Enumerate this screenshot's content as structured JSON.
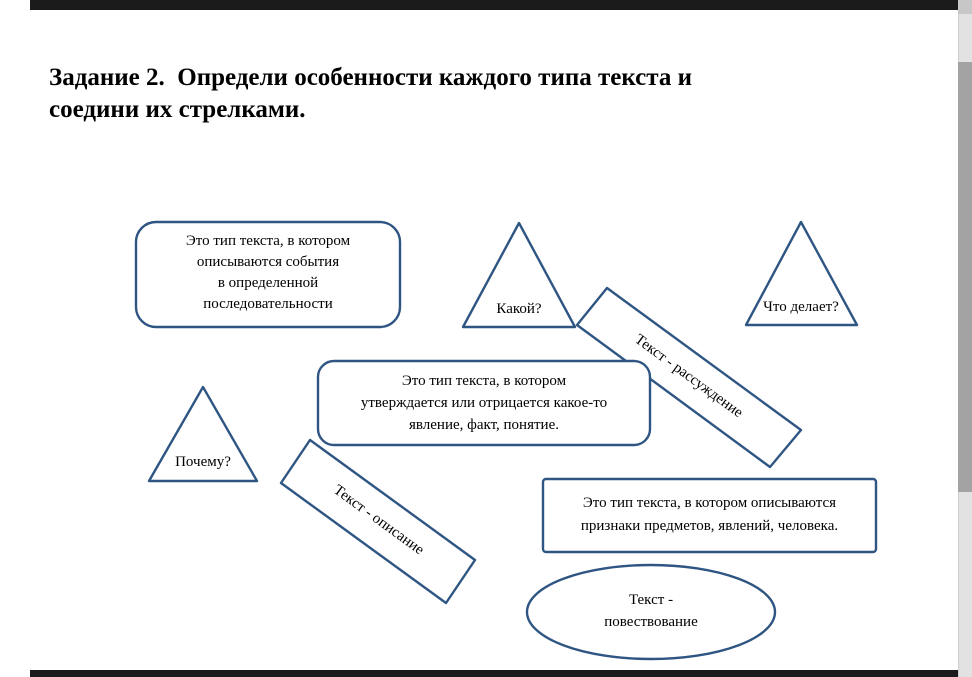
{
  "title": {
    "lines": [
      "Задание 2.  Определи особенности каждого типа текста и",
      "соедини их стрелками."
    ]
  },
  "diagram": {
    "narrative_definition": {
      "lines": [
        "Это тип текста, в котором",
        "описываются события",
        "в определенной",
        "последовательности"
      ]
    },
    "question_kakoy": {
      "label": "Какой?"
    },
    "question_chto_delaet": {
      "label": "Что делает?"
    },
    "question_pochemu": {
      "label": "Почему?"
    },
    "statement_definition": {
      "lines": [
        "Это тип текста, в котором",
        "утверждается или отрицается какое-то",
        "явление, факт, понятие."
      ]
    },
    "features_definition": {
      "lines": [
        "Это тип текста, в котором описываются",
        "признаки предметов, явлений, человека."
      ]
    },
    "label_rassuzhdenie": {
      "label": "Текст - рассуждение"
    },
    "label_opisanie": {
      "label": "Текст - описание"
    },
    "label_povestvovanie": {
      "lines": [
        "Текст -",
        "повествование"
      ]
    }
  },
  "colors": {
    "shape_border": "#2f5583",
    "chrome_bar": "#1b1b1b",
    "scrollbar_track": "#e2e2e2",
    "scrollbar_thumb": "#a3a3a3"
  }
}
